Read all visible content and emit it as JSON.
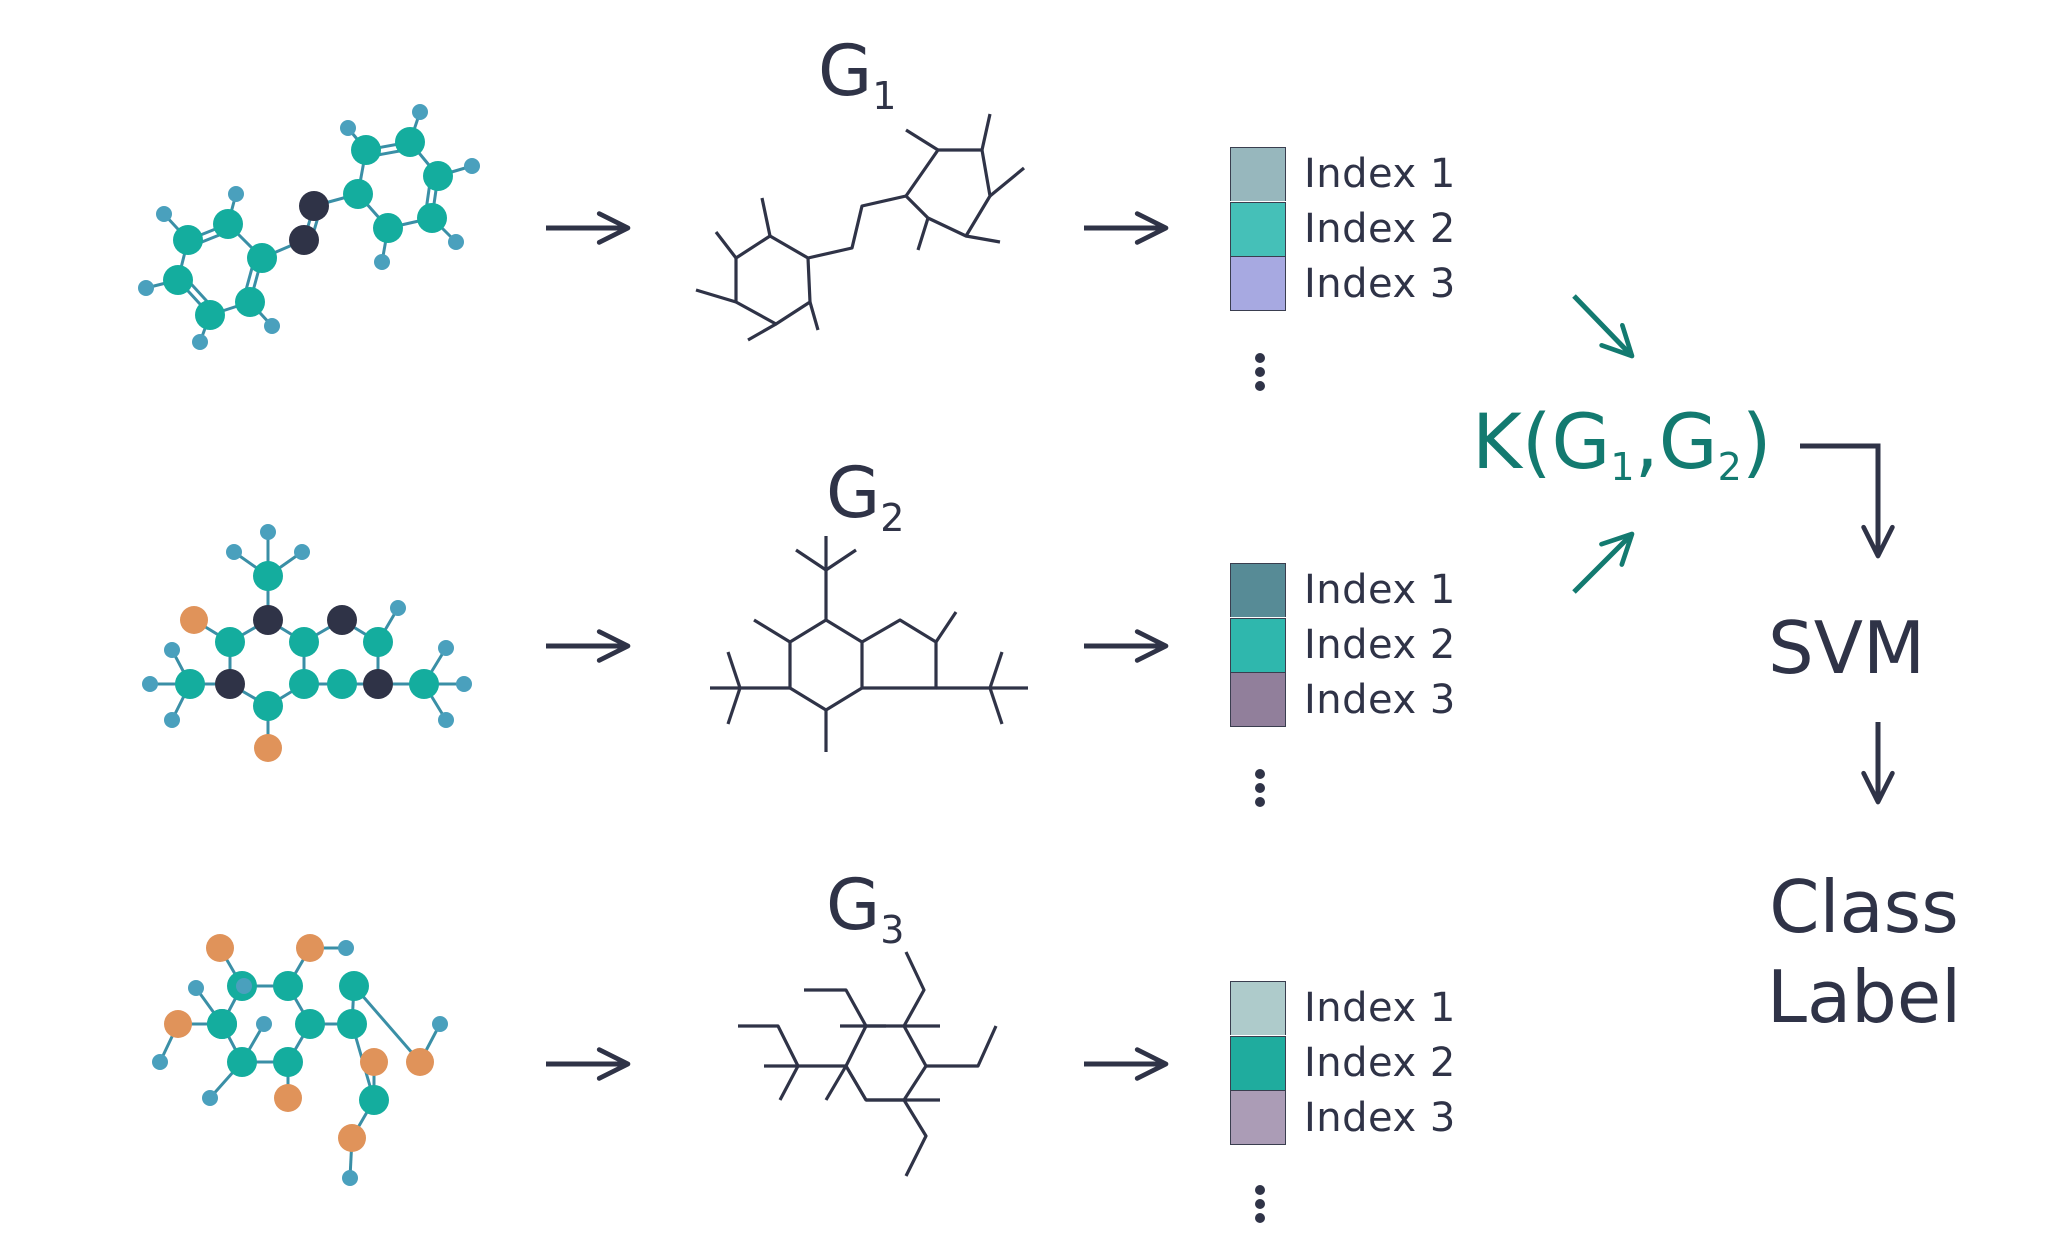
{
  "rows": [
    {
      "graph_label": "G",
      "graph_sub": "1",
      "indices": [
        {
          "label": "Index 1",
          "color": "#97b7bd"
        },
        {
          "label": "Index 2",
          "color": "#45c0b8"
        },
        {
          "label": "Index 3",
          "color": "#a7a9e1"
        }
      ]
    },
    {
      "graph_label": "G",
      "graph_sub": "2",
      "indices": [
        {
          "label": "Index 1",
          "color": "#578b96"
        },
        {
          "label": "Index 2",
          "color": "#2fb7ad"
        },
        {
          "label": "Index 3",
          "color": "#917f9b"
        }
      ]
    },
    {
      "graph_label": "G",
      "graph_sub": "3",
      "indices": [
        {
          "label": "Index 1",
          "color": "#aecbcb"
        },
        {
          "label": "Index 2",
          "color": "#1fac9e"
        },
        {
          "label": "Index 3",
          "color": "#ab9cb6"
        }
      ]
    }
  ],
  "kernel": {
    "prefix": "K(G",
    "sub1": "1",
    "mid": ",G",
    "sub2": "2",
    "suffix": ")"
  },
  "svm_label": "SVM",
  "class_label": {
    "line1": "Class",
    "line2": "Label"
  },
  "colors": {
    "carbon": "#14ad9e",
    "hydrogen": "#4aa0bd",
    "oxygen": "#e0935a",
    "nitrogen": "#2f3347",
    "bond": "#3a8fa6",
    "line": "#2f3347",
    "accent": "#137a70"
  },
  "icons": [
    "molecule",
    "skeletal-graph",
    "right-arrow",
    "diagonal-arrow",
    "down-arrow",
    "vertical-ellipsis"
  ]
}
